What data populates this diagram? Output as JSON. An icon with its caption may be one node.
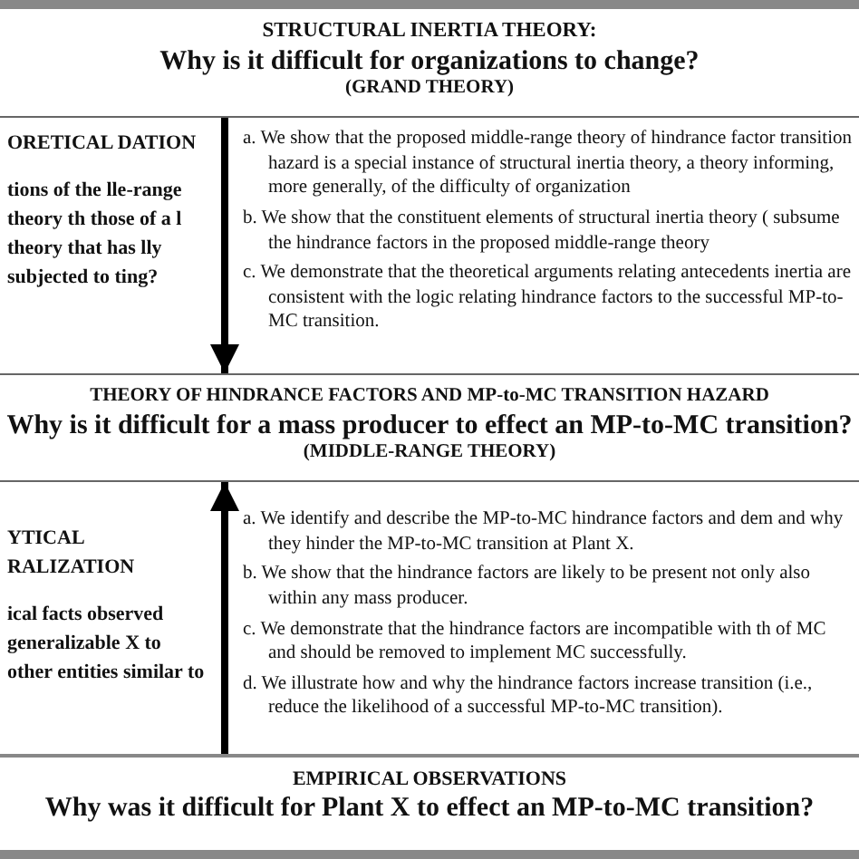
{
  "diagram": {
    "nodes": [
      {
        "text": [
          "STRUCTURAL INERTIA THEORY:",
          "Why is it difficult for organizations to change?",
          "(GRAND THEORY)"
        ]
      },
      {
        "text": [
          "THEORY OF HINDRANCE FACTORS AND MP-to-MC TRANSITION HAZARD",
          "Why is it difficult for a mass producer to effect an MP-to-MC transition?",
          "(MIDDLE-RANGE THEORY)"
        ]
      },
      {
        "text": [
          "EMPIRICAL OBSERVATIONS",
          "Why was it difficult for Plant X to effect an MP-to-MC transition?"
        ]
      }
    ],
    "edges": [
      {
        "from": 0,
        "to": 1,
        "arrow": "to"
      },
      {
        "from": 2,
        "to": 1,
        "arrow": "to"
      }
    ],
    "labels": [
      "ORETICAL DATION",
      "tions of the lle-range theory th those of a l theory that has lly subjected to ting?",
      "a. We show that the proposed middle-range theory of hindrance factor transition hazard is a special instance of structural inertia theory, a theory informing, more generally, of the difficulty of organization",
      "b. We show that the constituent elements of structural inertia theory ( subsume the hindrance factors in the proposed middle-range theory",
      "c. We demonstrate that the theoretical arguments relating antecedents inertia are consistent with the logic relating hindrance factors to the successful MP-to-MC transition.",
      "YTICAL RALIZATION",
      "ical facts observed generalizable X to other entities similar to",
      "a. We identify and describe the MP-to-MC hindrance factors and dem and why they hinder the MP-to-MC transition at Plant X.",
      "b. We show that the hindrance factors are likely to be present not only also within any mass producer.",
      "c. We demonstrate that the hindrance factors are incompatible with th of MC and should be removed to implement MC successfully.",
      "d. We illustrate how and why the hindrance factors increase transition (i.e., reduce the likelihood of a successful MP-to-MC transition)."
    ]
  }
}
